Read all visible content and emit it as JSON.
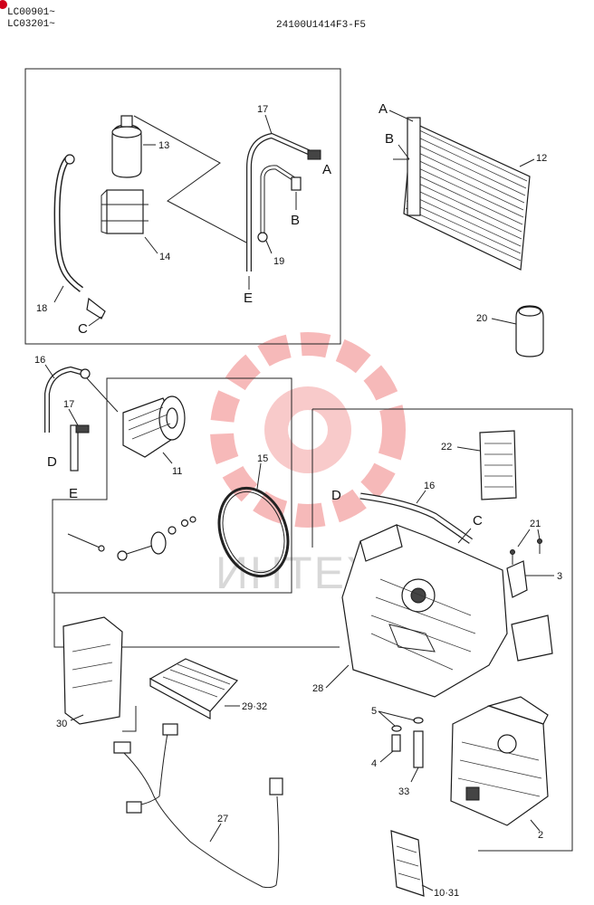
{
  "header": {
    "serial_1": "LC00901~",
    "serial_2": "LC03201~",
    "drawing_code": "24100U1414F3-F5"
  },
  "watermark": {
    "text": "ИНТЕХ",
    "color": "#f08080"
  },
  "connectors": {
    "a1": "A",
    "a2": "A",
    "b1": "B",
    "b2": "B",
    "c1": "C",
    "c2": "C",
    "d1": "D",
    "d2": "D",
    "e1": "E",
    "e2": "E"
  },
  "callouts": {
    "p2": "2",
    "p3": "3",
    "p4": "4",
    "p5": "5",
    "p11": "11",
    "p12": "12",
    "p13": "13",
    "p14": "14",
    "p15": "15",
    "p16a": "16",
    "p16b": "16",
    "p17a": "17",
    "p17b": "17",
    "p18": "18",
    "p19": "19",
    "p20": "20",
    "p21": "21",
    "p22": "22",
    "p27": "27",
    "p28": "28",
    "p29_32": "29·32",
    "p30": "30",
    "p33": "33",
    "p10_31": "10·31"
  }
}
